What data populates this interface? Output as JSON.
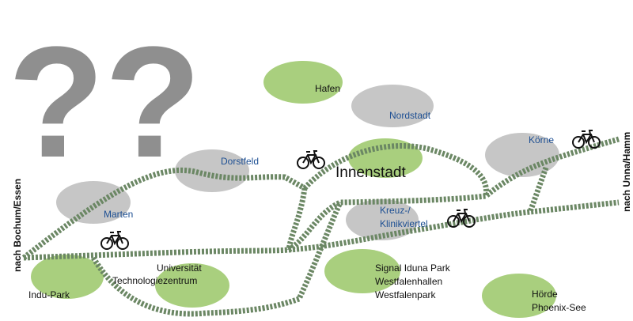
{
  "colors": {
    "green_district": "#a9cf7e",
    "grey_district": "#c6c6c6",
    "route": "#6b8764",
    "route_stripe": "#ffffff",
    "question": "#8f8f8f",
    "label_dark": "#111111",
    "label_blue": "#1d4f93"
  },
  "question_marks": "??",
  "icons": [
    "bicycle-icon"
  ],
  "directions": {
    "west": "nach Bochum/Essen",
    "east": "nach Unna/Hamm"
  },
  "districts": {
    "hafen": "Hafen",
    "nordstadt": "Nordstadt",
    "dorstfeld": "Dorstfeld",
    "innenstadt": "Innenstadt",
    "koerne": "Körne",
    "marten": "Marten",
    "kreuz_line1": "Kreuz-/",
    "kreuz_line2": "Klinikviertel",
    "uni_line1": "Universität",
    "uni_line2": "Technologiezentrum",
    "signal_line1": "Signal Iduna Park",
    "signal_line2": "Westfalenhallen",
    "signal_line3": "Westfalenpark",
    "indu": "Indu-Park",
    "hoerde_line1": "Hörde",
    "hoerde_line2": "Phoenix-See"
  }
}
